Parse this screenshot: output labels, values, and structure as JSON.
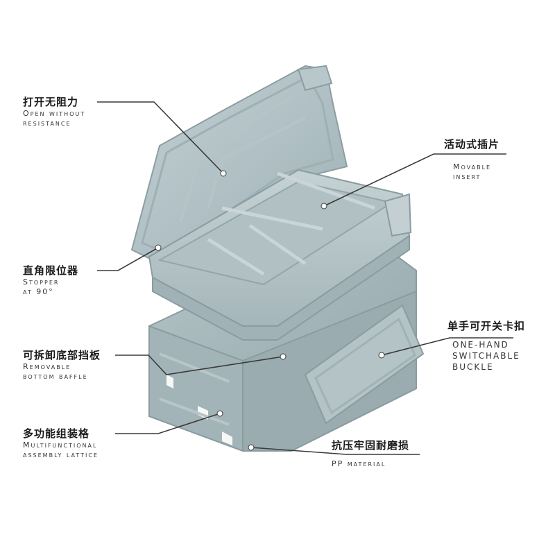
{
  "callouts": {
    "open": {
      "cn": "打开无阻力",
      "en1": "Open without",
      "en2": "resistance"
    },
    "insert": {
      "cn": "活动式插片",
      "en1": "Movable",
      "en2": "insert"
    },
    "stopper": {
      "cn": "直角限位器",
      "en1": "Stopper",
      "en2": "at 90°"
    },
    "buckle": {
      "cn": "单手可开关卡扣",
      "en1": "ONE-HAND",
      "en2": "SWITCHABLE",
      "en3": "BUCKLE"
    },
    "baffle": {
      "cn": "可拆卸底部挡板",
      "en1": "Removable",
      "en2": "bottom baffle"
    },
    "lattice": {
      "cn": "多功能组装格",
      "en1": "Multifunctional",
      "en2": "assembly lattice"
    },
    "material": {
      "cn": "抗压牢固耐磨损",
      "en1": "PP material"
    }
  },
  "colors": {
    "box": "#a9b9bd",
    "box_dark": "#8ea0a5",
    "box_light": "#c9d5d7",
    "line": "#3a3a3a"
  }
}
